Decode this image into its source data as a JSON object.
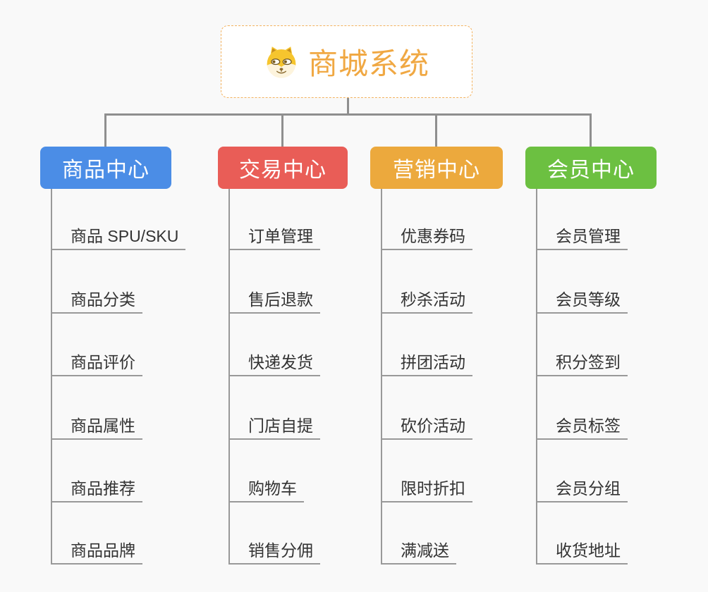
{
  "root": {
    "title": "商城系统",
    "icon": "doge-icon",
    "title_color": "#f0a843",
    "border_color": "#f3b25e"
  },
  "connector_color": "#8f8f8f",
  "branches": [
    {
      "label": "商品中心",
      "color": "#4b8de6",
      "items": [
        "商品 SPU/SKU",
        "商品分类",
        "商品评价",
        "商品属性",
        "商品推荐",
        "商品品牌"
      ]
    },
    {
      "label": "交易中心",
      "color": "#e95d57",
      "items": [
        "订单管理",
        "售后退款",
        "快递发货",
        "门店自提",
        "购物车",
        "销售分佣"
      ]
    },
    {
      "label": "营销中心",
      "color": "#eca93d",
      "items": [
        "优惠券码",
        "秒杀活动",
        "拼团活动",
        "砍价活动",
        "限时折扣",
        "满减送"
      ]
    },
    {
      "label": "会员中心",
      "color": "#6cc041",
      "items": [
        "会员管理",
        "会员等级",
        "积分签到",
        "会员标签",
        "会员分组",
        "收货地址"
      ]
    }
  ]
}
